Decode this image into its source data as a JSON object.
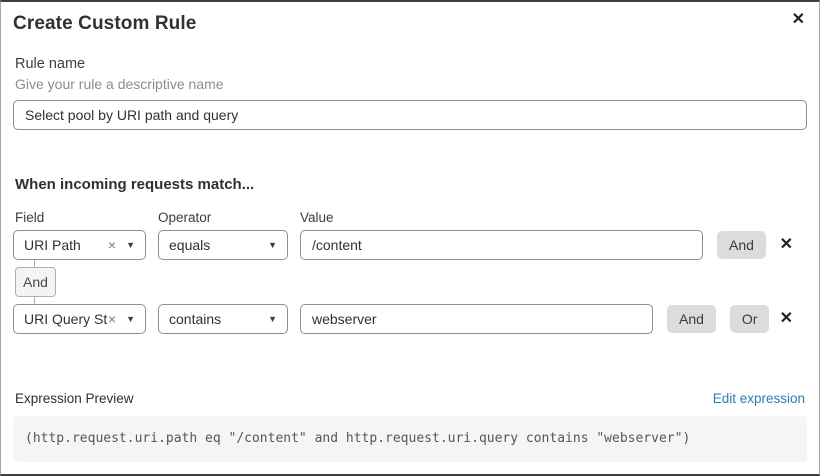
{
  "modal": {
    "title": "Create Custom Rule"
  },
  "icons": {
    "close": "✕",
    "remove": "✕",
    "clear": "×",
    "caret_down": "▼"
  },
  "rule_name": {
    "label": "Rule name",
    "hint": "Give your rule a descriptive name",
    "value": "Select pool by URI path and query"
  },
  "matcher": {
    "heading": "When incoming requests match...",
    "columns": {
      "field": "Field",
      "operator": "Operator",
      "value": "Value"
    },
    "rows": [
      {
        "field": "URI Path",
        "operator": "equals",
        "value": "/content",
        "and_label": "And"
      },
      {
        "field": "URI Query St...",
        "operator": "contains",
        "value": "webserver",
        "and_label": "And",
        "or_label": "Or"
      }
    ],
    "connector_label": "And"
  },
  "expression": {
    "label": "Expression Preview",
    "edit_link": "Edit expression",
    "code": "(http.request.uri.path eq \"/content\" and http.request.uri.query contains \"webserver\")"
  },
  "colors": {
    "link_blue": "#2c7cb0",
    "button_gray": "#dcdcdc",
    "code_bg": "#f5f5f5",
    "border_gray": "#8f8f8f"
  }
}
